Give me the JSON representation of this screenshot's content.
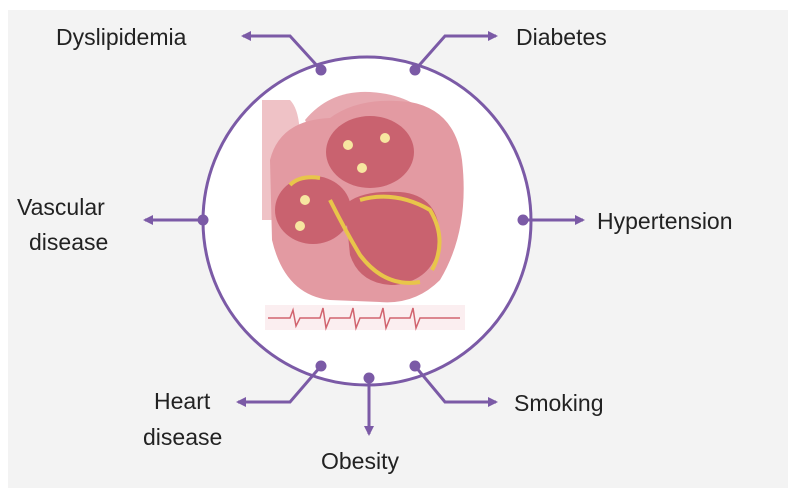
{
  "colors": {
    "ring": "#7b5aa6",
    "arrow": "#7b5aa6",
    "text": "#222222",
    "panel": "#f3f3f3",
    "heart_tissue": "#e39aa2",
    "heart_chamber": "#c9626f",
    "conduction": "#e8c54a"
  },
  "icons": {
    "center": "heart-cross-section-illustration"
  },
  "labels": {
    "dyslipidemia": "Dyslipidemia",
    "diabetes": "Diabetes",
    "vascular_line1": "Vascular",
    "vascular_line2": "disease",
    "hypertension": "Hypertension",
    "heart_line1": "Heart",
    "heart_line2": "disease",
    "obesity": "Obesity",
    "smoking": "Smoking"
  }
}
